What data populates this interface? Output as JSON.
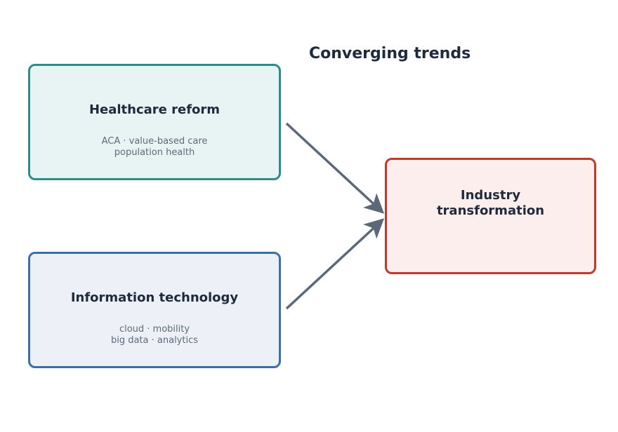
{
  "title": "Converging trends",
  "nodes": {
    "healthcare": {
      "title": "Healthcare reform",
      "sub": [
        "ACA · value-based care",
        "population health"
      ]
    },
    "it": {
      "title": "Information technology",
      "sub": [
        "cloud · mobility",
        "big data · analytics"
      ]
    },
    "industry": {
      "title_lines": [
        "Industry",
        "transformation"
      ]
    }
  },
  "colors": {
    "healthcare_border": "#2e8b8b",
    "it_border": "#3d6ea5",
    "industry_border": "#c0392b",
    "arrow": "#5b6878"
  }
}
